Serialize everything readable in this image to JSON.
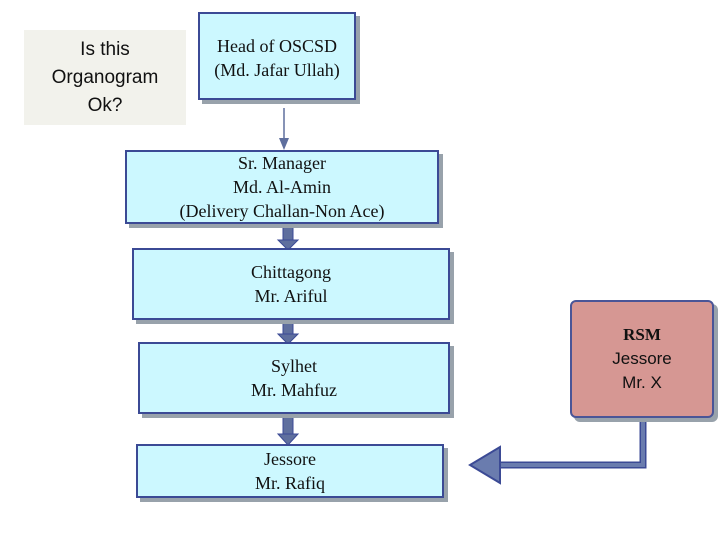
{
  "question": {
    "lines": [
      "Is this",
      "Organogram",
      "Ok?"
    ]
  },
  "nodes": {
    "head": {
      "lines": [
        "Head of  OSCSD",
        "(Md. Jafar Ullah)"
      ]
    },
    "manager": {
      "lines": [
        "Sr. Manager",
        "Md. Al-Amin",
        "(Delivery Challan-Non Ace)"
      ]
    },
    "chittagong": {
      "lines": [
        "Chittagong",
        "Mr. Ariful"
      ]
    },
    "sylhet": {
      "lines": [
        "Sylhet",
        "Mr. Mahfuz"
      ]
    },
    "jessore": {
      "lines": [
        "Jessore",
        "Mr. Rafiq"
      ]
    },
    "rsm": {
      "lines": [
        "RSM",
        "Jessore",
        "Mr. X"
      ]
    }
  },
  "colors": {
    "box_fill": "#ccf8ff",
    "box_border": "#3b4a95",
    "rsm_fill": "#d69793",
    "arrow": "#5f6f9e",
    "question_bg": "#f2f2ec"
  }
}
